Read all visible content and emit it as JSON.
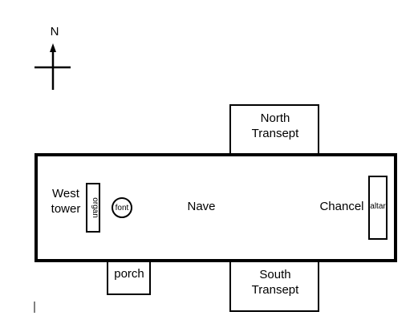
{
  "compass": {
    "label": "N"
  },
  "plan": {
    "west_tower": [
      "West",
      "tower"
    ],
    "organ": "organ",
    "font": "font",
    "nave": "Nave",
    "chancel": "Chancel",
    "altar": "altar",
    "porch": "porch",
    "north_transept": [
      "North",
      "Transept"
    ],
    "south_transept": [
      "South",
      "Transept"
    ]
  }
}
